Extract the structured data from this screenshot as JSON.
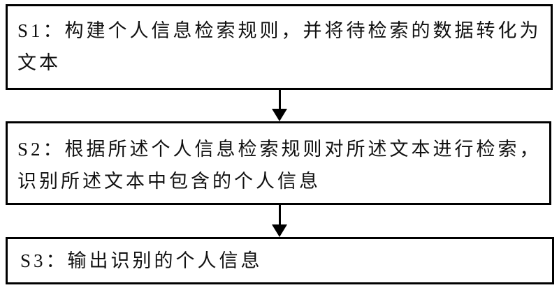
{
  "figure": {
    "type": "flowchart",
    "orientation": "vertical",
    "colors": {
      "background": "#ffffff",
      "border": "#000000",
      "text": "#111111"
    },
    "steps": [
      {
        "id": "S1",
        "text": "S1：构建个人信息检索规则，并将待检索的数据转化为文本",
        "lines": [
          "S1：构建个人信息检索规则，并将待检索的数据转化为",
          "文本"
        ]
      },
      {
        "id": "S2",
        "text": "S2：根据所述个人信息检索规则对所述文本进行检索，识别所述文本中包含的个人信息",
        "lines": [
          "S2：根据所述个人信息检索规则对所述文本进行检索，",
          "识别所述文本中包含的个人信息"
        ]
      },
      {
        "id": "S3",
        "text": "S3：输出识别的个人信息",
        "lines": [
          "S3：输出识别的个人信息"
        ]
      }
    ],
    "connectors": [
      {
        "from": "S1",
        "to": "S2",
        "type": "arrow-down"
      },
      {
        "from": "S2",
        "to": "S3",
        "type": "arrow-down"
      }
    ]
  }
}
